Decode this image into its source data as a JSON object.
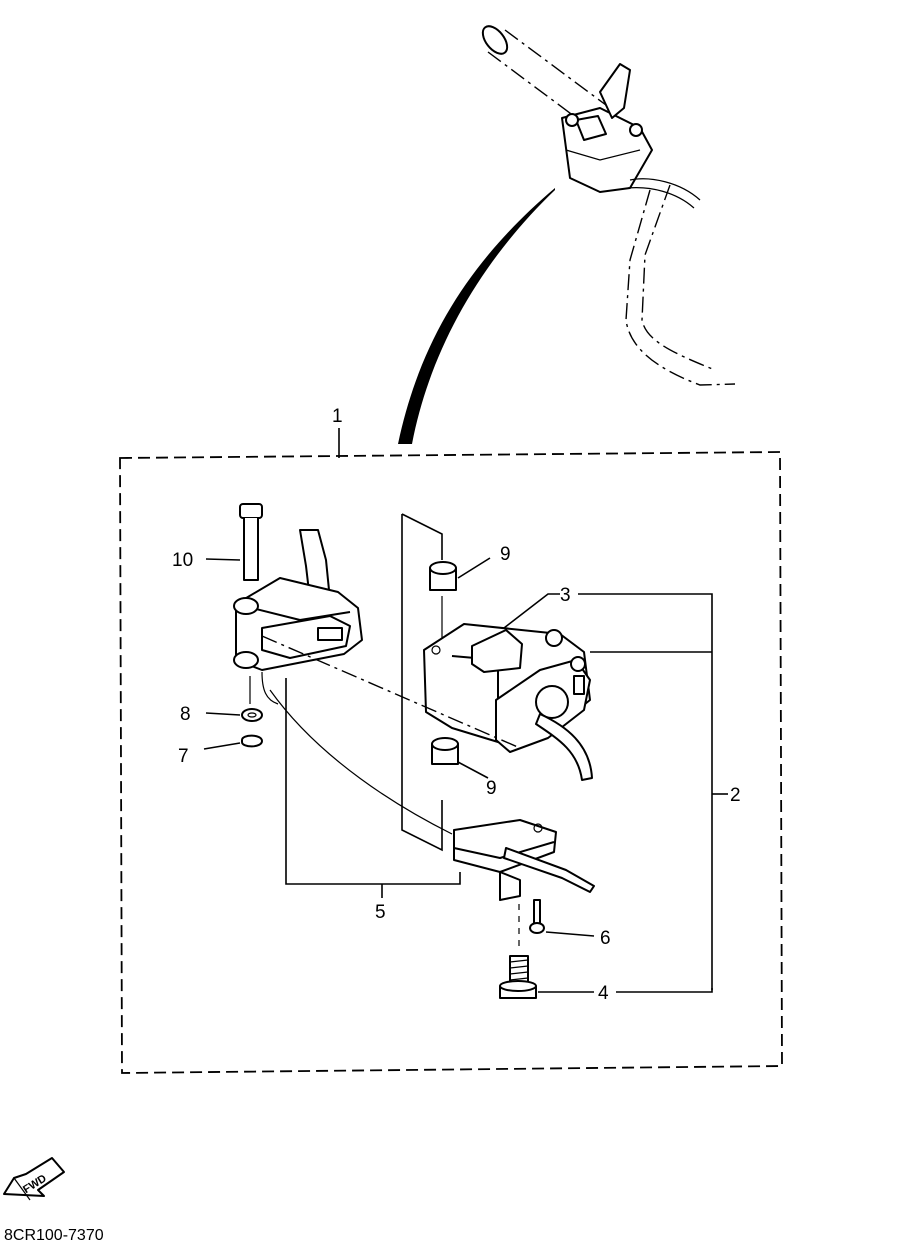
{
  "diagram": {
    "callouts": {
      "c1": "1",
      "c2": "2",
      "c3": "3",
      "c4": "4",
      "c5": "5",
      "c6": "6",
      "c7": "7",
      "c8": "8",
      "c9a": "9",
      "c9b": "9",
      "c10": "10"
    },
    "fwd_label": "FWD",
    "figure_code": "8CR100-7370"
  }
}
